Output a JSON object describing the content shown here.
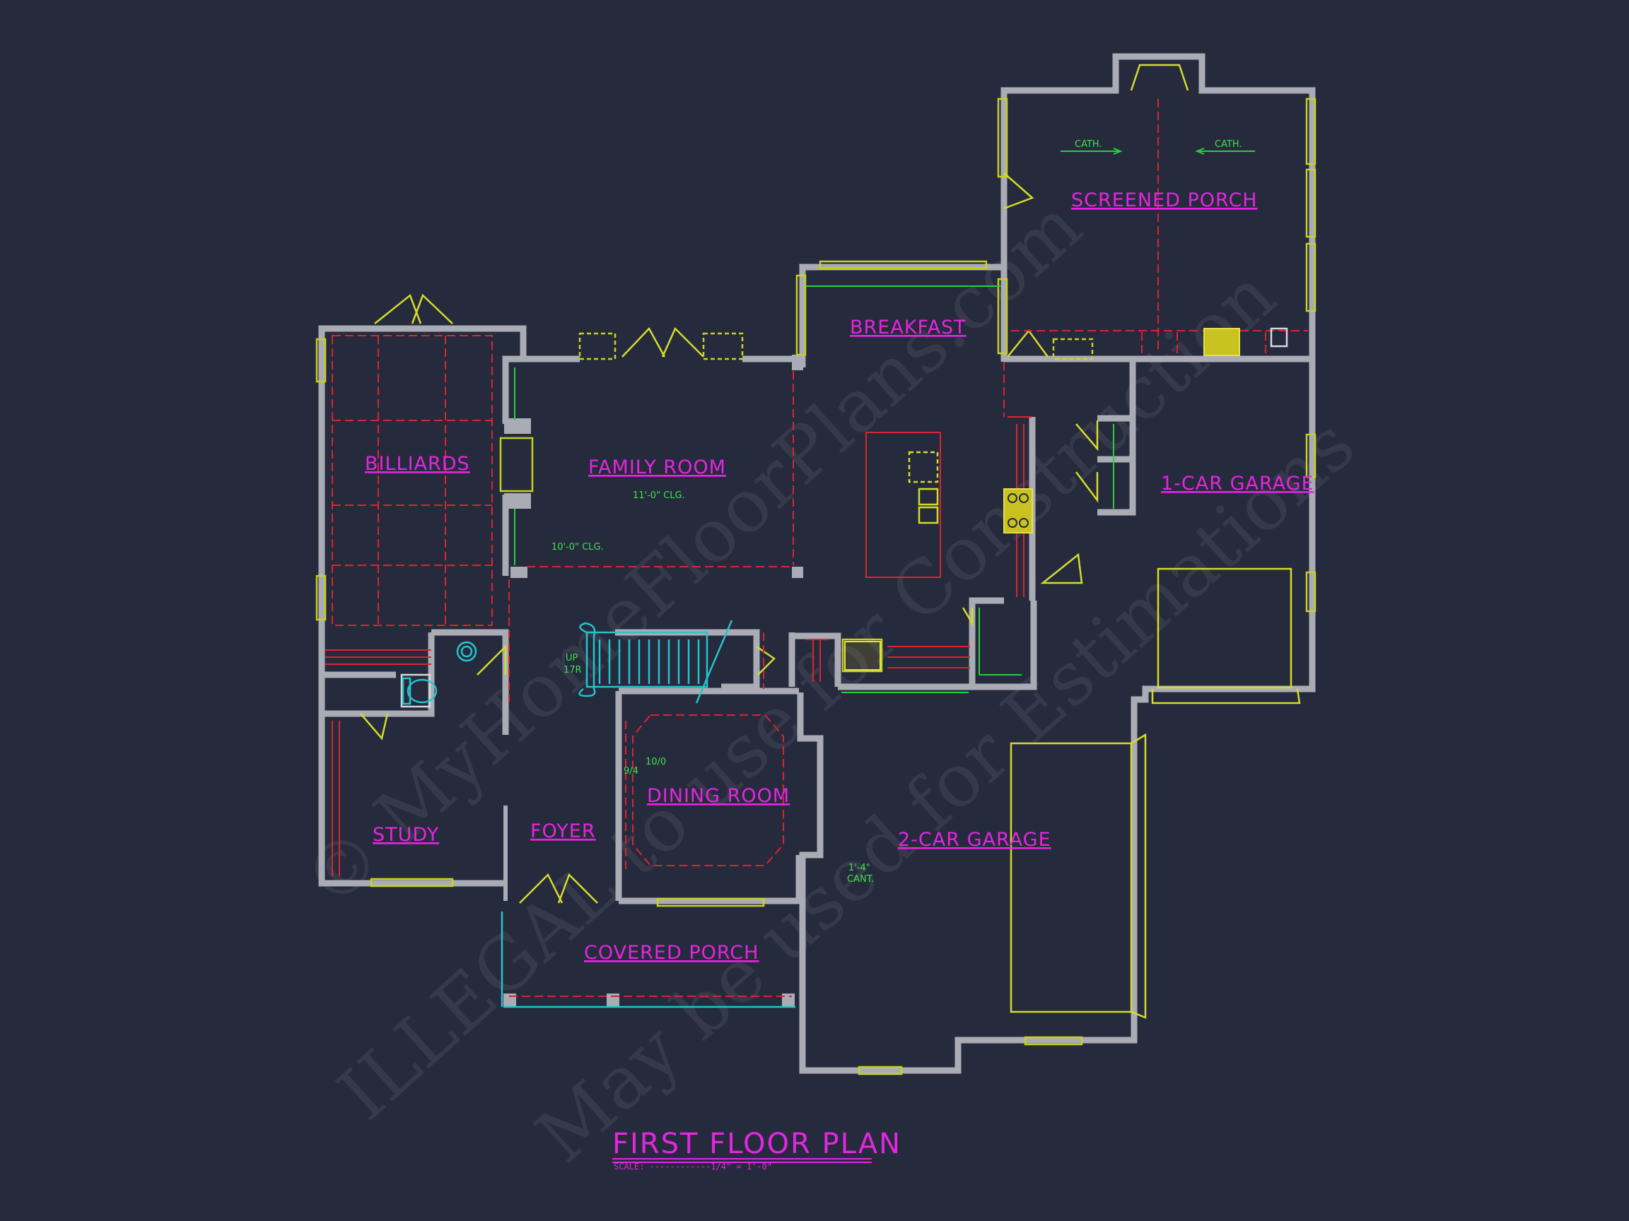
{
  "rooms": {
    "screened_porch": "SCREENED PORCH",
    "breakfast": "BREAKFAST",
    "billiards": "BILLIARDS",
    "family_room": "FAMILY ROOM",
    "one_car_garage": "1-CAR GARAGE",
    "dining_room": "DINING ROOM",
    "study": "STUDY",
    "foyer": "FOYER",
    "two_car_garage": "2-CAR GARAGE",
    "covered_porch": "COVERED PORCH"
  },
  "notes": {
    "cath_left": "CATH.",
    "cath_right": "CATH.",
    "family_ceiling": "11'-0\" CLG.",
    "ten_ceiling": "10'-0\" CLG.",
    "stair_up": "UP",
    "stair_risers": "17R",
    "cant_1": "1'-4\"",
    "cant_2": "CANT.",
    "door_1010": "10/0",
    "door_94": "9/4"
  },
  "title": {
    "main": "FIRST FLOOR PLAN",
    "scale": "SCALE: ------------1/4\" = 1'-0\""
  },
  "watermarks": {
    "line1": "© MyHomeFloorPlans.com",
    "line2": "ILLEGAL to use for Construction",
    "line3": "May be used for Estimations"
  },
  "colors": {
    "background": "#262a3d",
    "walls": "#a9acb4",
    "labels": "#e326df",
    "notes": "#3ee24a",
    "windows": "#c8d21e",
    "dashed_lines": "#d8262e",
    "stairs": "#24c4cc"
  }
}
